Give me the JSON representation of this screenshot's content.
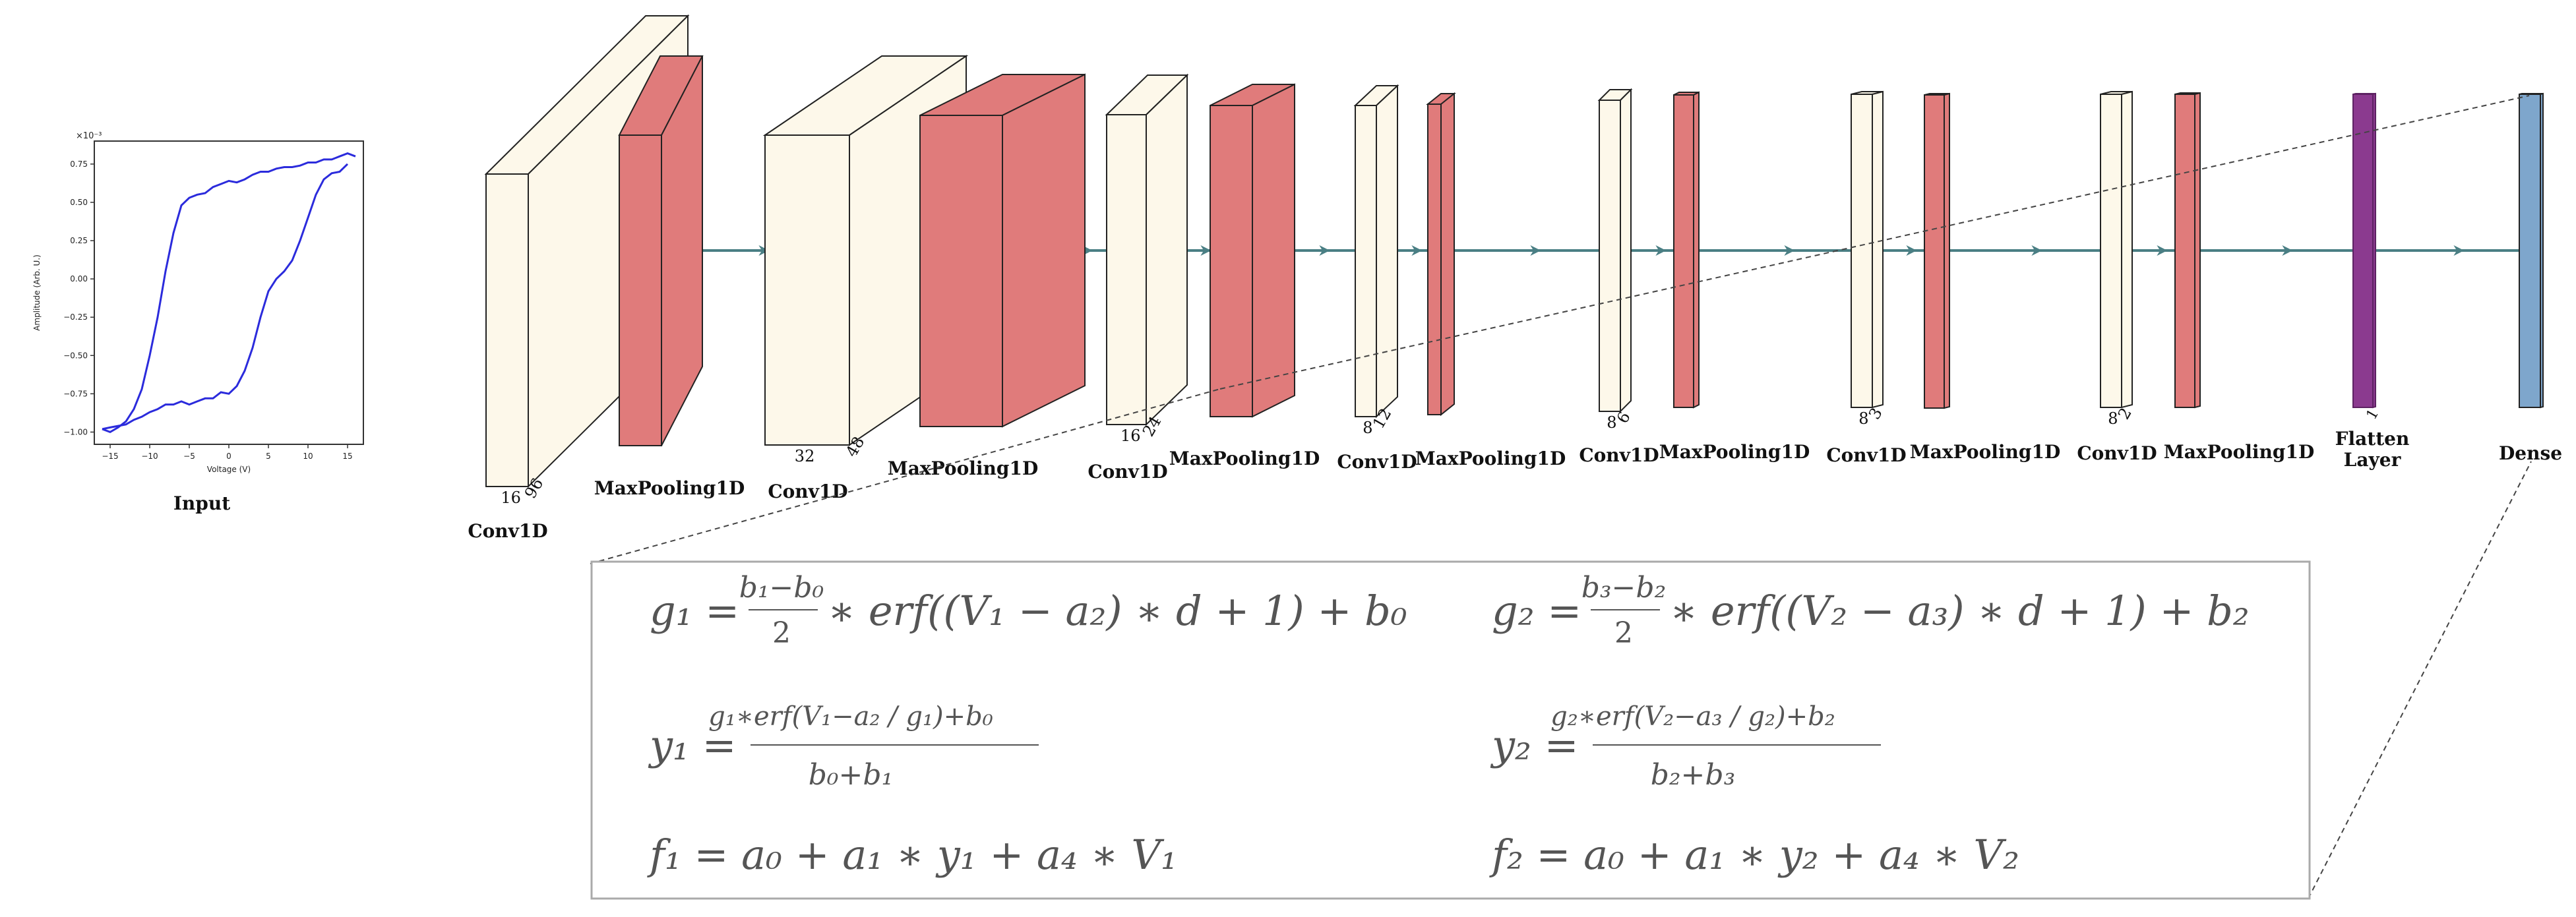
{
  "colors": {
    "conv": "#fdf8ea",
    "pool": "#e07b7b",
    "flatten": "#8b3a8f",
    "dense": "#7ea6cc",
    "arrow": "#4a7f84",
    "curve": "#2b2bdc",
    "equation": "#555555"
  },
  "input_plot": {
    "title": "Input",
    "exponent": "×10⁻³",
    "xlabel": "Voltage (V)",
    "ylabel": "Amplitude (Arb. U.)",
    "x_ticks": [
      "−15",
      "−10",
      "−5",
      "0",
      "5",
      "10",
      "15"
    ],
    "y_ticks": [
      "0.75",
      "0.50",
      "0.25",
      "0.00",
      "−0.25",
      "−0.50",
      "−0.75",
      "−1.00"
    ]
  },
  "chart_data": {
    "type": "line",
    "xlabel": "Voltage (V)",
    "ylabel": "Amplitude (Arb. U.)",
    "xlim": [
      -17,
      17
    ],
    "ylim": [
      -1.08,
      0.9
    ],
    "series": [
      {
        "x": [
          -16,
          -15,
          -14,
          -13,
          -12,
          -11,
          -10,
          -9,
          -8,
          -7,
          -6,
          -5,
          -4,
          -3,
          -2,
          -1,
          0,
          1,
          2,
          3,
          4,
          5,
          6,
          7,
          8,
          9,
          10,
          11,
          12,
          13,
          14,
          15,
          16
        ],
        "y": [
          -0.98,
          -1.0,
          -0.97,
          -0.93,
          -0.85,
          -0.72,
          -0.5,
          -0.25,
          0.05,
          0.3,
          0.48,
          0.53,
          0.55,
          0.56,
          0.6,
          0.62,
          0.64,
          0.63,
          0.65,
          0.68,
          0.7,
          0.7,
          0.72,
          0.73,
          0.73,
          0.74,
          0.76,
          0.76,
          0.78,
          0.78,
          0.8,
          0.82,
          0.8
        ]
      },
      {
        "x": [
          -16,
          -15,
          -14,
          -13,
          -12,
          -11,
          -10,
          -9,
          -8,
          -7,
          -6,
          -5,
          -4,
          -3,
          -2,
          -1,
          0,
          1,
          2,
          3,
          4,
          5,
          6,
          7,
          8,
          9,
          10,
          11,
          12,
          13,
          14,
          15
        ],
        "y": [
          -0.98,
          -0.97,
          -0.96,
          -0.95,
          -0.92,
          -0.9,
          -0.87,
          -0.85,
          -0.82,
          -0.82,
          -0.8,
          -0.82,
          -0.8,
          -0.78,
          -0.78,
          -0.74,
          -0.75,
          -0.7,
          -0.6,
          -0.45,
          -0.25,
          -0.08,
          0.0,
          0.05,
          0.12,
          0.25,
          0.4,
          0.55,
          0.65,
          0.69,
          0.7,
          0.75
        ]
      }
    ]
  },
  "layers": [
    {
      "label": "Conv1D",
      "dims": [
        "16",
        "96"
      ],
      "kind": "conv"
    },
    {
      "label": "MaxPooling1D",
      "dims": [],
      "kind": "pool"
    },
    {
      "label": "Conv1D",
      "dims": [
        "32",
        "48"
      ],
      "kind": "conv"
    },
    {
      "label": "MaxPooling1D",
      "dims": [],
      "kind": "pool"
    },
    {
      "label": "Conv1D",
      "dims": [
        "16",
        "24"
      ],
      "kind": "conv"
    },
    {
      "label": "MaxPooling1D",
      "dims": [],
      "kind": "pool"
    },
    {
      "label": "Conv1D",
      "dims": [
        "8",
        "12"
      ],
      "kind": "conv"
    },
    {
      "label": "MaxPooling1D",
      "dims": [],
      "kind": "pool"
    },
    {
      "label": "Conv1D",
      "dims": [
        "8",
        "6"
      ],
      "kind": "conv"
    },
    {
      "label": "MaxPooling1D",
      "dims": [],
      "kind": "pool"
    },
    {
      "label": "Conv1D",
      "dims": [
        "8",
        "3"
      ],
      "kind": "conv"
    },
    {
      "label": "MaxPooling1D",
      "dims": [],
      "kind": "pool"
    },
    {
      "label": "Conv1D",
      "dims": [
        "8",
        "2"
      ],
      "kind": "conv"
    },
    {
      "label": "MaxPooling1D",
      "dims": [],
      "kind": "pool"
    },
    {
      "label": "Flatten",
      "label2": "Layer",
      "dims": [
        "1"
      ],
      "kind": "flatten"
    },
    {
      "label": "Dense",
      "dims": [],
      "kind": "dense"
    }
  ],
  "equations": {
    "g1": {
      "lhs": "g₁ =",
      "num": "b₁−b₀",
      "den": "2",
      "rest": "∗ erf((V₁ − a₂) ∗ d + 1) + b₀"
    },
    "g2": {
      "lhs": "g₂ =",
      "num": "b₃−b₂",
      "den": "2",
      "rest": "∗ erf((V₂ − a₃) ∗ d + 1) + b₂"
    },
    "y1": {
      "lhs": "y₁ =",
      "num": "g₁∗erf(V₁−a₂ / g₁)+b₀",
      "den": "b₀+b₁"
    },
    "y2": {
      "lhs": "y₂ =",
      "num": "g₂∗erf(V₂−a₃ / g₂)+b₂",
      "den": "b₂+b₃"
    },
    "f1": {
      "text": "f₁ = a₀ + a₁ ∗ y₁ + a₄ ∗ V₁"
    },
    "f2": {
      "text": "f₂ = a₀ + a₁ ∗ y₂ + a₄ ∗ V₂"
    }
  }
}
